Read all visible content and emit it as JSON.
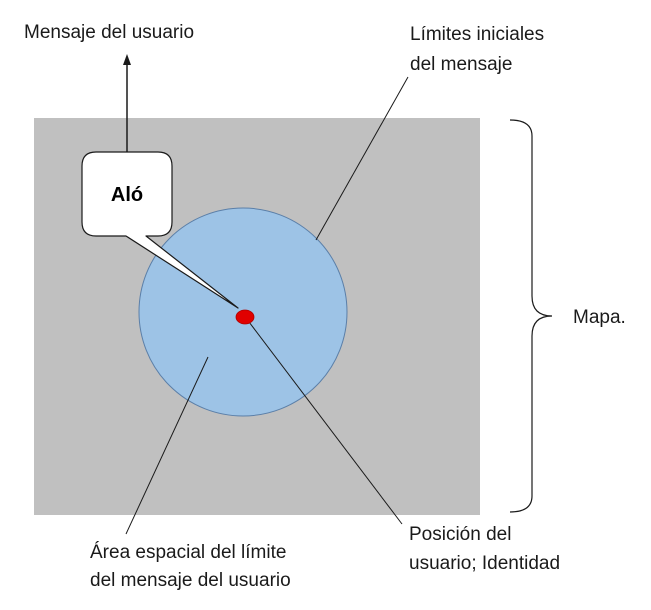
{
  "labels": {
    "user_message": "Mensaje del usuario",
    "initial_limits_line1": "Límites iniciales",
    "initial_limits_line2": "del mensaje",
    "map": "Mapa.",
    "user_position_line1": "Posición del",
    "user_position_line2": "usuario; Identidad",
    "spatial_area_line1": "Área espacial del límite",
    "spatial_area_line2": "del mensaje del usuario"
  },
  "bubble": {
    "text": "Aló"
  },
  "colors": {
    "map_fill": "#c0c0c0",
    "circle_fill": "#9dc3e6",
    "circle_stroke": "#5b7fa8",
    "user_dot": "#e00000",
    "lines": "#1a1a1a"
  }
}
